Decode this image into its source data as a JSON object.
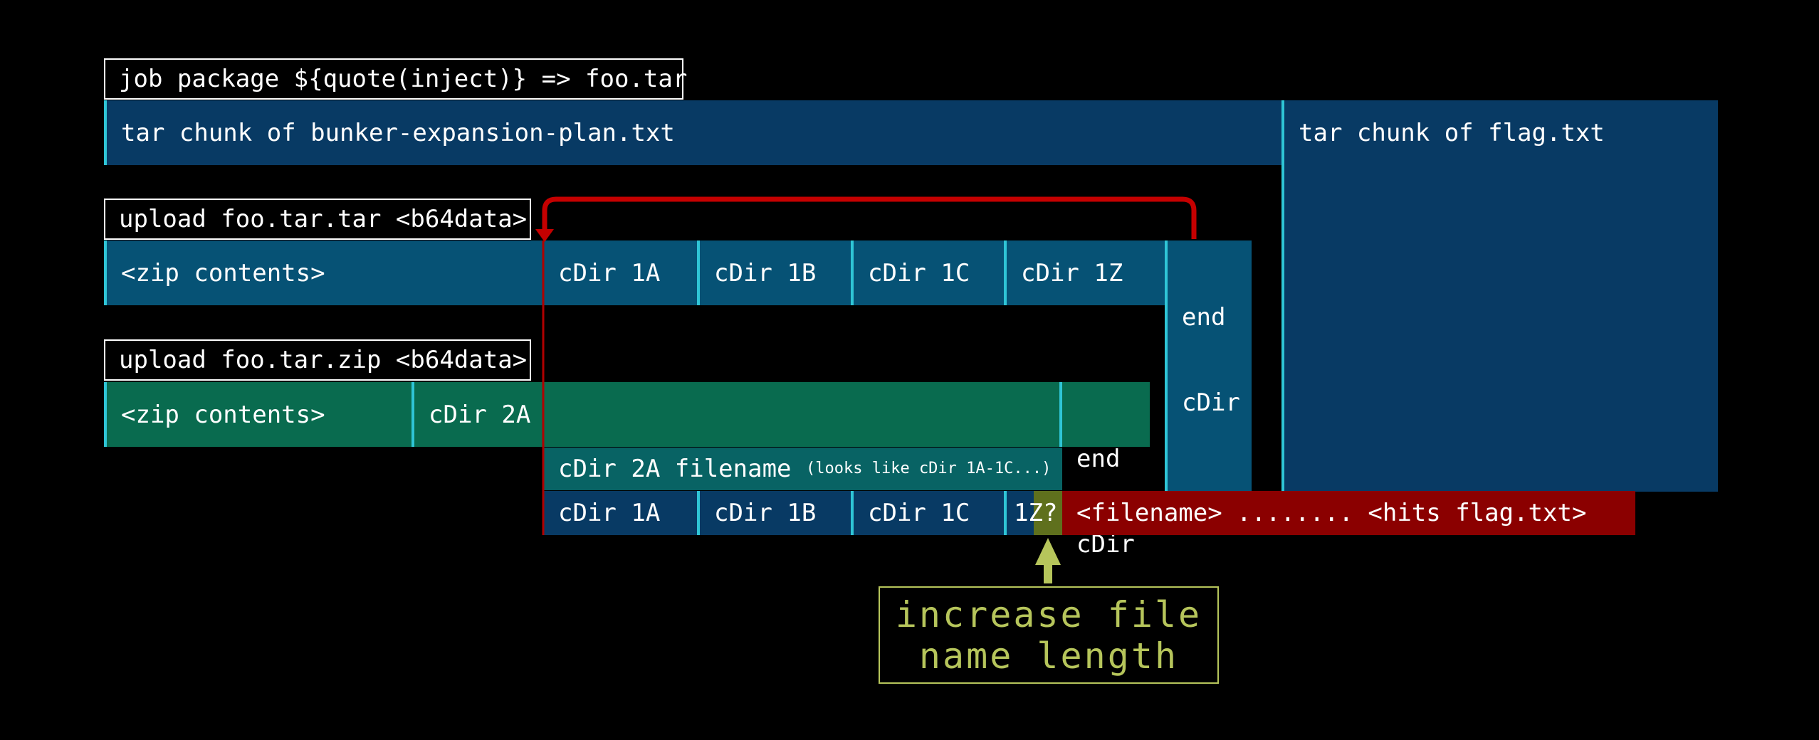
{
  "row1": {
    "label": "job package ${quote(inject)} => foo.tar",
    "chunk_bunker": "tar chunk of bunker-expansion-plan.txt",
    "chunk_flag": "tar chunk of flag.txt"
  },
  "row2": {
    "label": "upload foo.tar.tar <b64data>",
    "zip": "<zip contents>",
    "cdir_1a": "cDir 1A",
    "cdir_1b": "cDir 1B",
    "cdir_1c": "cDir 1C",
    "cdir_1z": "cDir 1Z",
    "end_cdir_line1": "end",
    "end_cdir_line2": "cDir"
  },
  "row3": {
    "label": "upload foo.tar.zip <b64data>",
    "zip": "<zip contents>",
    "cdir_2a": "cDir 2A",
    "end_cdir_line1": "end",
    "end_cdir_line2": "cDir"
  },
  "row4": {
    "filename_main": "cDir 2A filename ",
    "filename_note": "(looks like cDir 1A-1C...)"
  },
  "row5": {
    "cdir_1a": "cDir 1A",
    "cdir_1b": "cDir 1B",
    "cdir_1c": "cDir 1C",
    "cdir_1z": "1Z?",
    "filename_tail": "<filename> ........ <hits flag.txt>"
  },
  "note": {
    "line1": "increase file",
    "line2": "name length"
  },
  "colors": {
    "tar_blue": "#083a64",
    "zip_teal": "#065275",
    "zip_green": "#096b4f",
    "highlight_red": "#8b0000",
    "accent_cyan": "#2fc5d6",
    "note_olive": "#b6c55b"
  }
}
